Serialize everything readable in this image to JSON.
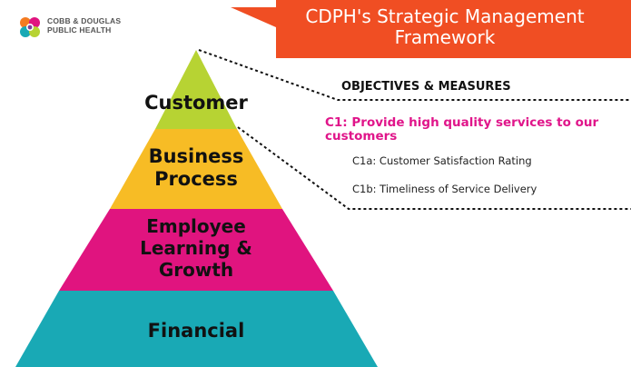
{
  "logo": {
    "icon": "cobb-douglas-logo-icon",
    "line1": "COBB & DOUGLAS",
    "line2": "PUBLIC HEALTH"
  },
  "banner": {
    "line1": "CDPH's Strategic Management",
    "line2": "Framework",
    "color": "#f04e23"
  },
  "pyramid": {
    "tiers": [
      {
        "label_lines": [
          "Customer"
        ],
        "color": "#b7d333"
      },
      {
        "label_lines": [
          "Business",
          "Process"
        ],
        "color": "#f7bc25"
      },
      {
        "label_lines": [
          "Employee",
          "Learning &",
          "Growth"
        ],
        "color": "#e0147f"
      },
      {
        "label_lines": [
          "Financial"
        ],
        "color": "#19a9b5"
      }
    ]
  },
  "objectives": {
    "heading": "OBJECTIVES & MEASURES",
    "objective": "C1: Provide high quality services to our customers",
    "objective_color": "#e0158a",
    "measures": [
      "C1a: Customer Satisfaction Rating",
      "C1b: Timeliness of Service Delivery"
    ]
  }
}
